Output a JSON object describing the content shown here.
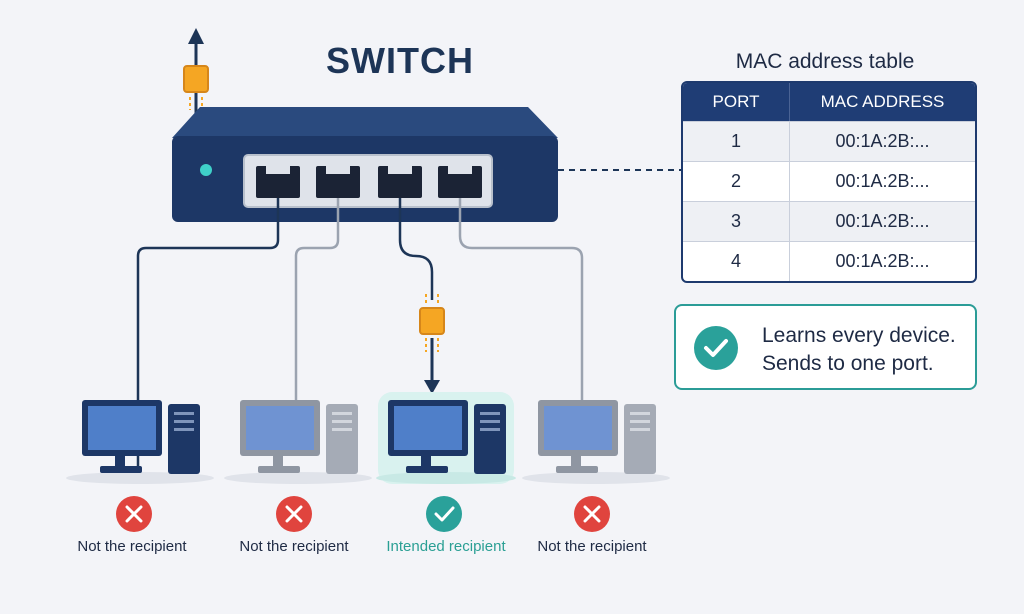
{
  "switch_title": "SWITCH",
  "mac_table": {
    "title": "MAC address table",
    "headers": [
      "PORT",
      "MAC ADDRESS"
    ],
    "rows": [
      {
        "port": "1",
        "mac": "00:1A:2B:..."
      },
      {
        "port": "2",
        "mac": "00:1A:2B:..."
      },
      {
        "port": "3",
        "mac": "00:1A:2B:..."
      },
      {
        "port": "4",
        "mac": "00:1A:2B:..."
      }
    ]
  },
  "note": {
    "line1": "Learns every device.",
    "line2": "Sends to one port."
  },
  "computers": [
    {
      "label": "Not the recipient",
      "status": "rejected"
    },
    {
      "label": "Not the recipient",
      "status": "rejected"
    },
    {
      "label": "Intended recipient",
      "status": "accepted"
    },
    {
      "label": "Not the recipient",
      "status": "rejected"
    }
  ],
  "colors": {
    "navy": "#1d3557",
    "teal": "#2aa19a",
    "red": "#e0443e",
    "packet": "#f5a623"
  }
}
